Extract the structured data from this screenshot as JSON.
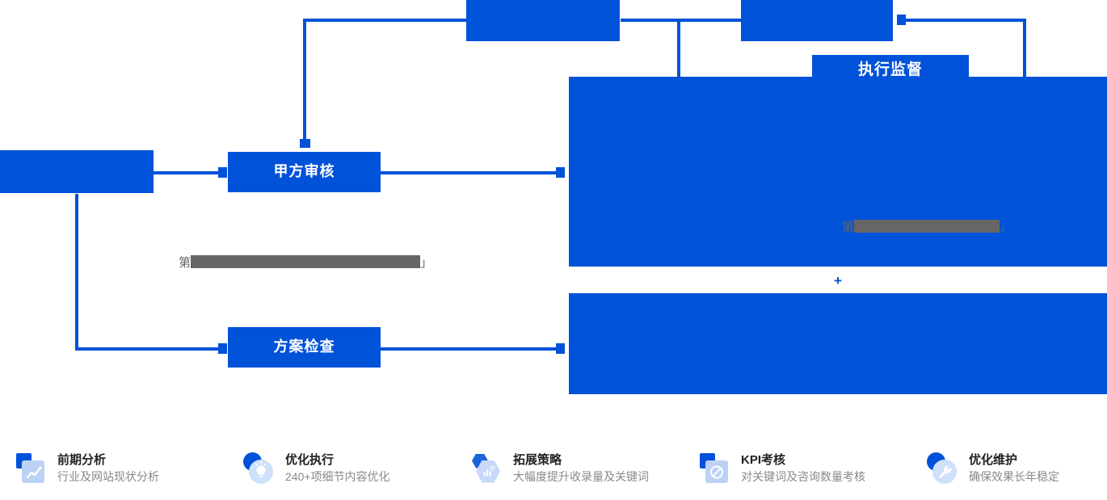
{
  "diagram": {
    "accent_color": "#0052d9",
    "redact_color": "#666666",
    "nodes": [
      {
        "name": "left-entry-node",
        "label": ""
      },
      {
        "name": "top-center-node",
        "label": ""
      },
      {
        "name": "top-right-node",
        "label": ""
      },
      {
        "name": "party-a-review-node",
        "label": "甲方审核"
      },
      {
        "name": "plan-check-node",
        "label": "方案检查"
      },
      {
        "name": "execution-supervision-node",
        "label": "执行监督"
      }
    ],
    "plus_symbol": "+",
    "redacted": [
      {
        "name": "redacted-note-left",
        "leading": "第",
        "trailing": "」"
      },
      {
        "name": "redacted-note-right",
        "leading": "第",
        "trailing": "」"
      }
    ]
  },
  "features": [
    {
      "title": "前期分析",
      "subtitle": "行业及网站现状分析",
      "icon": "chart-document-icon"
    },
    {
      "title": "优化执行",
      "subtitle": "240+项细节内容优化",
      "icon": "lightbulb-icon"
    },
    {
      "title": "拓展策略",
      "subtitle": "大幅度提升收录量及关键词",
      "icon": "strategy-hex-icon"
    },
    {
      "title": "KPI考核",
      "subtitle": "对关键词及咨询数量考核",
      "icon": "target-document-icon"
    },
    {
      "title": "优化维护",
      "subtitle": "确保效果长年稳定",
      "icon": "wrench-icon"
    }
  ]
}
